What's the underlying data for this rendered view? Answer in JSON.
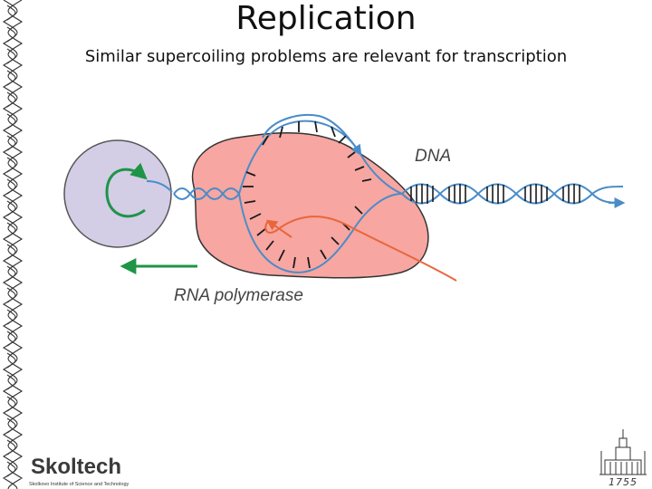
{
  "slide": {
    "title": "Replication",
    "subtitle": "Similar supercoiling problems are relevant for transcription"
  },
  "diagram": {
    "dna_label": "DNA",
    "rna_polymerase_label": "RNA polymerase"
  },
  "colors": {
    "dna_strand": "#4a8cc8",
    "polymerase_body": "#f7a6a1",
    "topoisomerase_circle": "#d3cde6",
    "rotation_arrow": "#1e9447",
    "rna_transcript": "#e8663a",
    "tick_marks": "#1a1a1a"
  },
  "branding": {
    "logo_text": "Skoltech",
    "logo_subtext": "Skolkovo Institute of Science and Technology",
    "emblem_year": "1755"
  }
}
